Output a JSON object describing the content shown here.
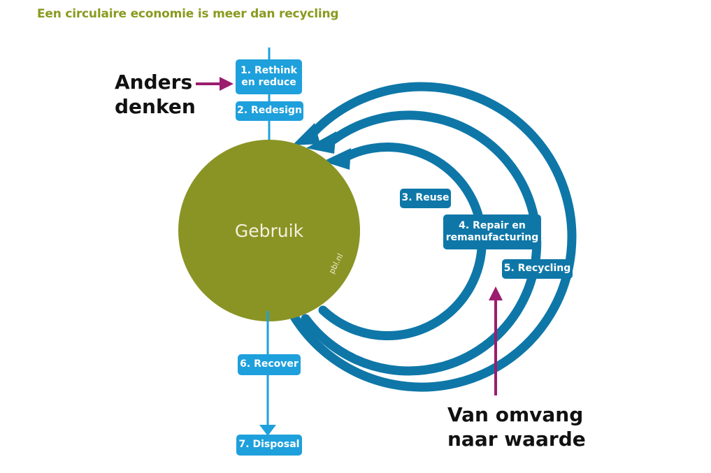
{
  "title": "Een circulaire economie is meer dan recycling",
  "center_label": "Gebruik",
  "credit": "pbl.nl",
  "left_callout": {
    "line1": "Anders",
    "line2": "denken"
  },
  "bottom_callout": {
    "line1": "Van omvang",
    "line2": "naar waarde"
  },
  "steps": {
    "rethink": {
      "line1": "1. Rethink",
      "line2": "en reduce"
    },
    "redesign": "2. Redesign",
    "reuse": "3. Reuse",
    "repair": {
      "line1": "4. Repair en",
      "line2": "remanufacturing"
    },
    "recycling": "5. Recycling",
    "recover": "6. Recover",
    "disposal": "7. Disposal"
  },
  "colors": {
    "title": "#8a9a1f",
    "circle": "#8a9425",
    "light_blue": "#1ea0dc",
    "dark_blue": "#0e77a8",
    "magenta_arrow": "#9b1d6d"
  }
}
